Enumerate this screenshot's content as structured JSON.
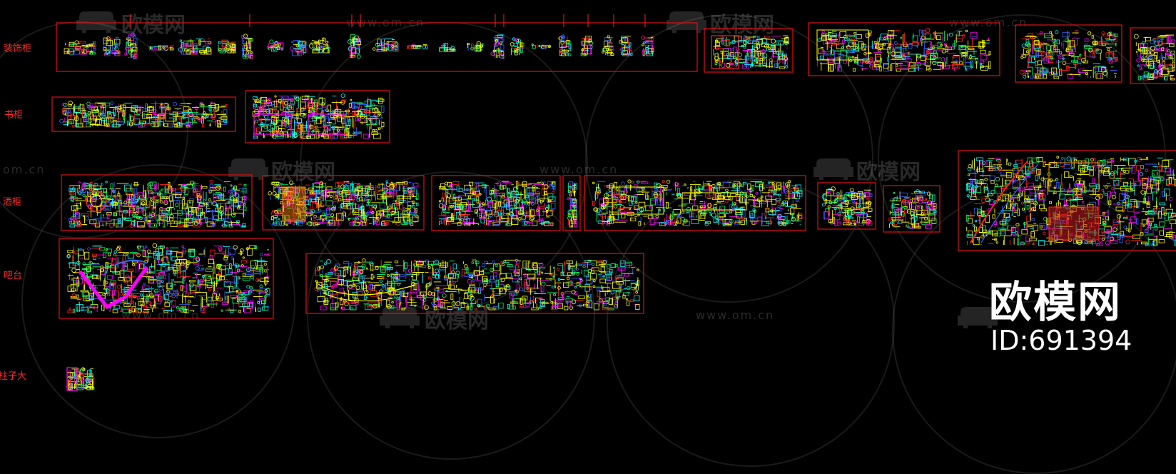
{
  "row_labels": {
    "decorative_cabinet": "装饰柜",
    "bookcase": "书柜",
    "wine_cabinet": "酒柜",
    "bar_counter": "吧台",
    "column": "柱子大"
  },
  "watermark": {
    "brand": "欧模网",
    "url": "www.om.cn",
    "url_cut": "om.cn"
  },
  "id_badge": {
    "brand": "欧模网",
    "id": "ID:691394"
  },
  "colors": {
    "background": "#000000",
    "frame": "#e01010",
    "label": "#ff2a2a",
    "drawing_primary": "#ffff00",
    "drawing_secondary": "#00ff66",
    "drawing_accent": "#ff00ff",
    "drawing_cyan": "#00ffff",
    "drawing_blue": "#3366ff",
    "drawing_red": "#ff2020",
    "drawing_orange": "#ff8800"
  }
}
